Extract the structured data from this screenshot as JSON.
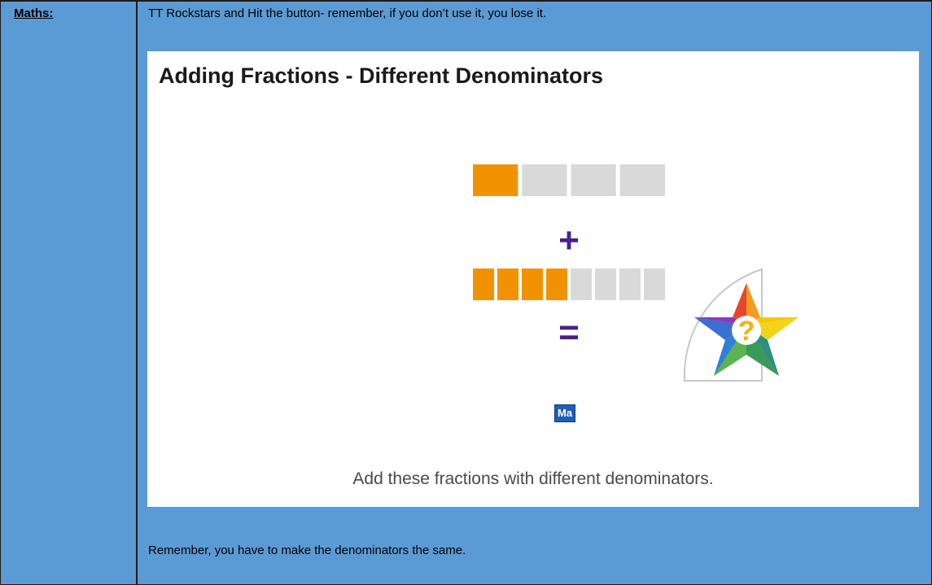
{
  "row": {
    "subject": "Maths:",
    "intro": "TT Rockstars and Hit the button- remember, if you don’t use it, you lose it.",
    "bottom_note": "Remember, you have to make the denominators the same."
  },
  "card": {
    "title": "Adding Fractions - Different Denominators",
    "caption": "Add these fractions with different denominators.",
    "badge": "Ma",
    "plus_symbol": "+",
    "equals_symbol": "="
  },
  "fraction_model": {
    "first": {
      "parts": 4,
      "shaded": 1
    },
    "second": {
      "parts": 8,
      "shaded": 4
    }
  },
  "colors": {
    "background": "#5b9bd5",
    "shaded": "#f39200",
    "unshaded": "#d9d9d9",
    "operator": "#4b1f8f"
  },
  "icons": {
    "star": "mystery-star-icon"
  }
}
